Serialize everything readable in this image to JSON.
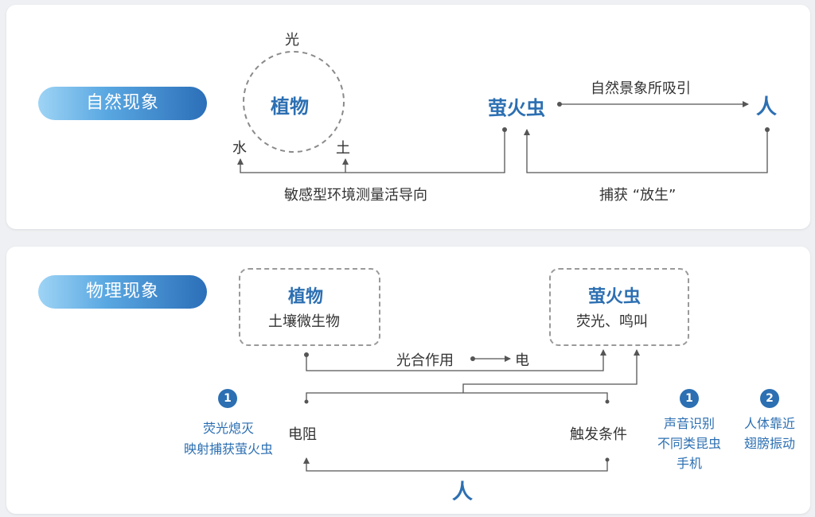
{
  "section1": {
    "title": "自然现象",
    "sun_label": "光",
    "plant": "植物",
    "water": "水",
    "soil": "土",
    "firefly": "萤火虫",
    "human": "人",
    "attract_label": "自然景象所吸引",
    "sensor_label": "敏感型环境测量活导向",
    "catch_label": "捕获 “放生”"
  },
  "section2": {
    "title": "物理现象",
    "plant_title": "植物",
    "plant_sub": "土壤微生物",
    "firefly_title": "萤火虫",
    "firefly_sub": "荧光、鸣叫",
    "photosynthesis": "光合作用",
    "electricity": "电",
    "resistance": "电阻",
    "trigger": "触发条件",
    "human": "人",
    "left_note": {
      "num": "1",
      "line1": "荧光熄灭",
      "line2": "映射捕获萤火虫"
    },
    "right_note1": {
      "num": "1",
      "line1": "声音识别",
      "line2": "不同类昆虫",
      "line3": "手机"
    },
    "right_note2": {
      "num": "2",
      "line1": "人体靠近",
      "line2": "翅膀振动"
    }
  },
  "colors": {
    "accent": "#2c6fb2",
    "line": "#555555"
  }
}
